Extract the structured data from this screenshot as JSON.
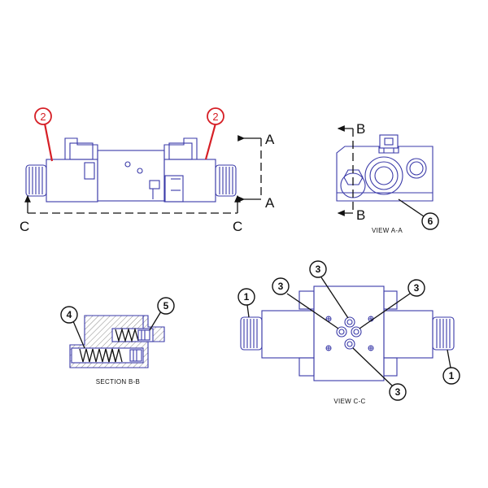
{
  "callouts": {
    "top_left": "2",
    "top_right": "2",
    "view_a_6": "6",
    "section_4": "4",
    "section_5": "5",
    "viewc_1_left": "1",
    "viewc_1_right": "1",
    "viewc_3_top": "3",
    "viewc_3_left": "3",
    "viewc_3_right": "3",
    "viewc_3_bottom": "3"
  },
  "section_letters": {
    "a_top": "A",
    "a_bottom": "A",
    "b_top": "B",
    "b_bottom": "B",
    "c_left": "C",
    "c_right": "C"
  },
  "view_labels": {
    "view_a": "VIEW A-A",
    "section_b": "SECTION B-B",
    "view_c": "VIEW C-C"
  },
  "colors": {
    "outline": "#3a3aa8",
    "leader_highlight": "#d61f26",
    "annotation": "#111111"
  }
}
